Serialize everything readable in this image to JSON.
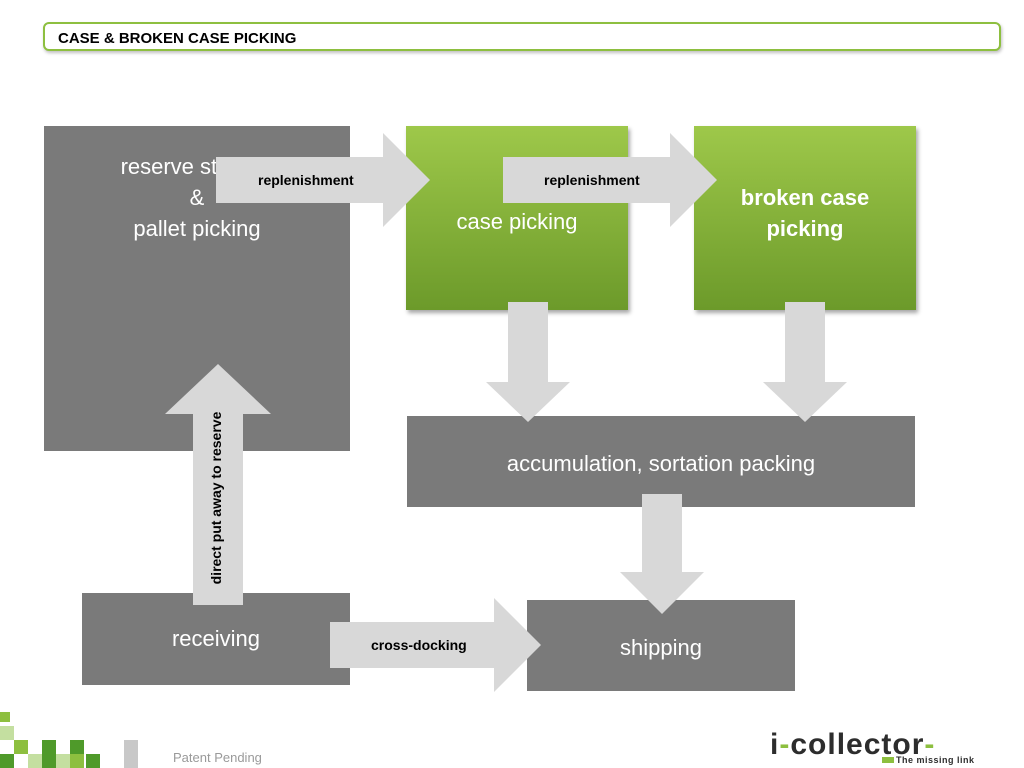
{
  "title": "CASE & BROKEN CASE PICKING",
  "nodes": {
    "reserve": [
      "reserve storage",
      "&",
      "pallet picking"
    ],
    "case_picking": "case picking",
    "broken_case": [
      "broken case",
      "picking"
    ],
    "accumulation": "accumulation, sortation packing",
    "receiving": "receiving",
    "shipping": "shipping"
  },
  "edges": {
    "replenishment_1": "replenishment",
    "replenishment_2": "replenishment",
    "direct_put_away": "direct put away to reserve",
    "cross_docking": "cross-docking"
  },
  "footer": {
    "patent": "Patent Pending",
    "logo_prefix": "i",
    "logo_main": "collector",
    "tagline": "The missing link"
  },
  "colors": {
    "gray_box": "#7a7a7a",
    "green_box": "#8dbf3f",
    "arrow": "#d8d8d8"
  }
}
